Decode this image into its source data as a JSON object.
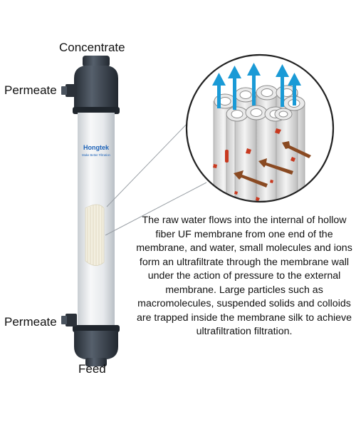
{
  "labels": {
    "concentrate": "Concentrate",
    "permeate_top": "Permeate",
    "permeate_bottom": "Permeate",
    "feed": "Feed"
  },
  "brand": {
    "logo_text": "Hongtek",
    "tagline": "Make Better Filtration"
  },
  "description": "The raw water flows into the internal of hollow fiber UF membrane from one end of the membrane, and water, small molecules and ions form an ultrafiltrate through the membrane wall under the action of pressure to the external membrane. Large particles such as macromolecules, suspended solids and colloids are trapped inside the membrane silk to achieve ultrafiltration filtration.",
  "colors": {
    "housing": "#3a4350",
    "tube": "#e9ecef",
    "water_arrow": "#1a9ad6",
    "particle_arrow": "#8a4a22",
    "particles": "#c8391f",
    "fiber": "#e6e6e6"
  },
  "icons": {
    "water_flow": "arrow-up-icon",
    "particle_flow": "arrow-left-down-icon"
  }
}
